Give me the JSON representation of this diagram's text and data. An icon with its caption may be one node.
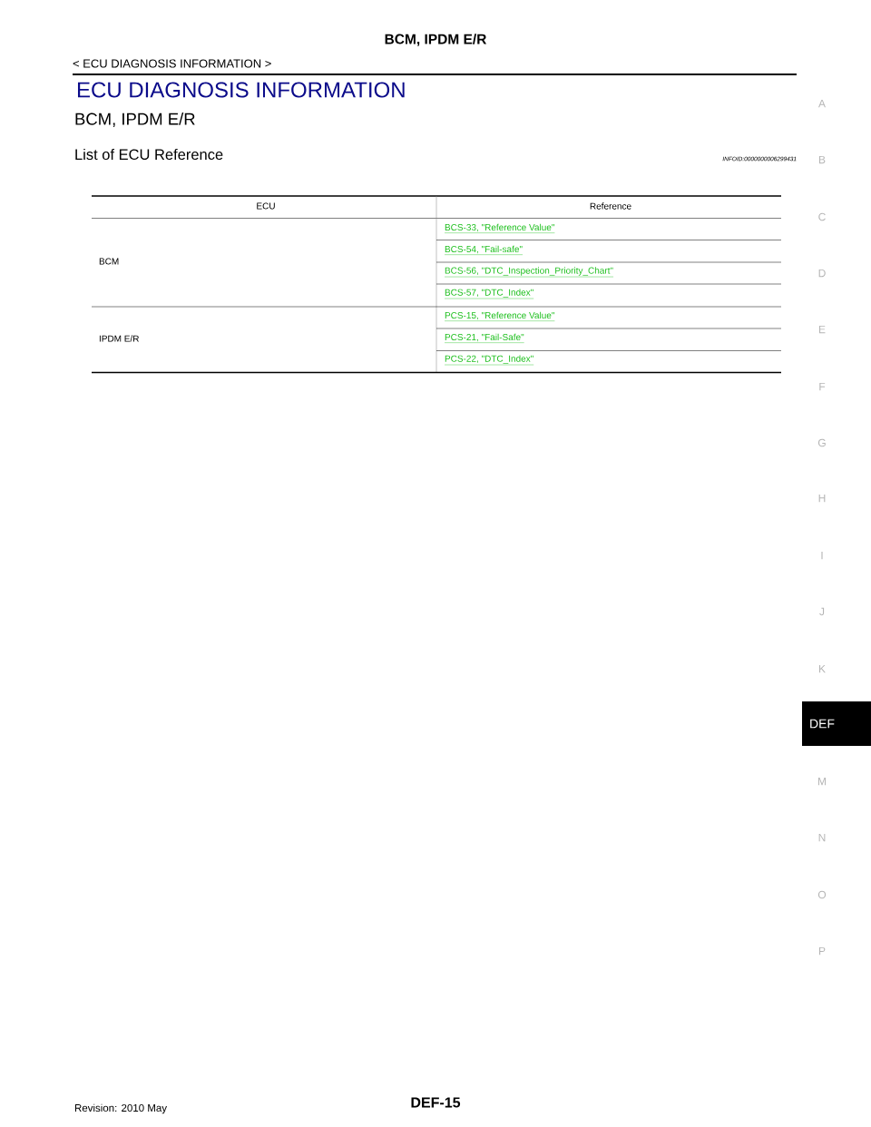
{
  "diagram": {
    "title": "BCM, IPDM E/R",
    "nodes": [
      {
        "text": [
          "DEF"
        ]
      }
    ],
    "labels": [
      "< ECU DIAGNOSIS INFORMATION >",
      "ECU DIAGNOSIS INFORMATION",
      "BCM, IPDM E/R",
      "List of ECU Reference",
      "INFOID:0000000006299431",
      "ECU",
      "Reference",
      "BCM",
      "BCS-33, \"Reference Value\"",
      "BCS-54, \"Fail-safe\"",
      "BCS-56, \"DTC_Inspection_Priority_Chart\"",
      "BCS-57, \"DTC_Index\"",
      "IPDM E/R",
      "PCS-15, \"Reference Value\"",
      "PCS-21, \"Fail-Safe\"",
      "PCS-22, \"DTC_Index\"",
      "A",
      "B",
      "C",
      "D",
      "E",
      "F",
      "G",
      "H",
      "I",
      "J",
      "K",
      "M",
      "N",
      "O",
      "P",
      "Revision: 2010 May",
      "DEF-15"
    ]
  }
}
